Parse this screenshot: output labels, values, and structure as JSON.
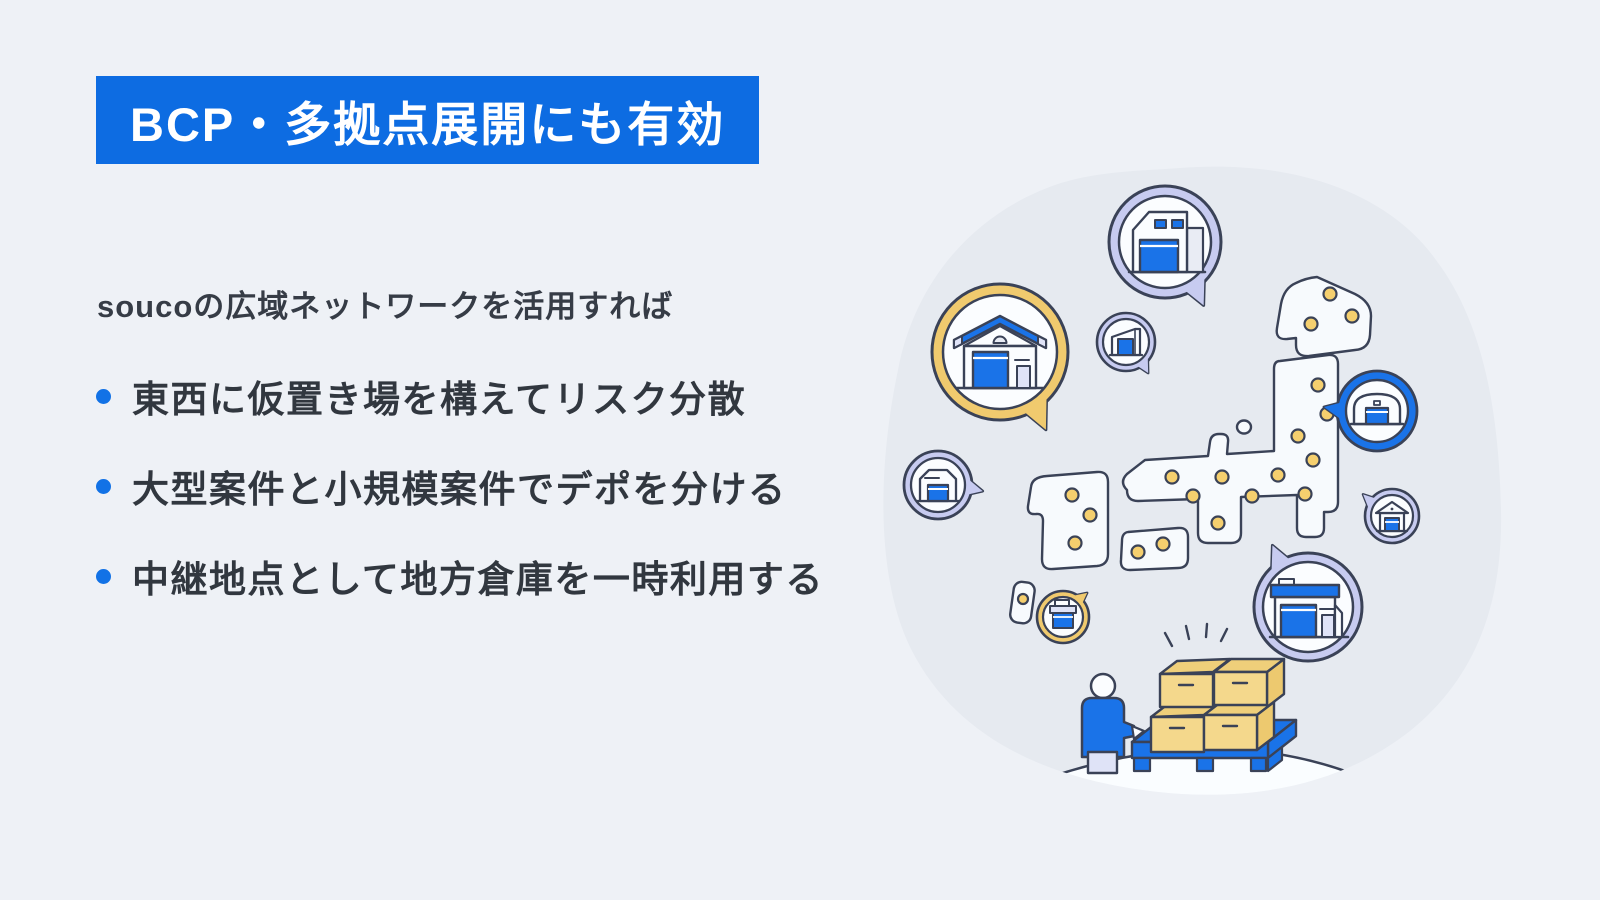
{
  "badge": {
    "label": "BCP・多拠点展開にも有効",
    "bg": "#0d6ce2",
    "text_color": "#ffffff"
  },
  "subtitle": {
    "text": "soucoの広域ネットワークを活用すれば"
  },
  "bullets": [
    {
      "text": "東西に仮置き場を構えてリスク分散"
    },
    {
      "text": "大型案件と小規模案件でデポを分ける"
    },
    {
      "text": "中継地点として地方倉庫を一時利用する"
    }
  ],
  "palette": {
    "page_bg": "#eef1f6",
    "blob_bg": "#e6eaf0",
    "outline_navy": "#3a4257",
    "accent_blue": "#1a73e8",
    "badge_blue": "#0d6ce2",
    "bullet_dot_blue": "#1272e6",
    "ring_lavender": "#c7cbf0",
    "ring_yellow": "#f0ca6e",
    "map_dot_yellow": "#f5cf6e",
    "box_yellow": "#f4d88c",
    "light_lavender": "#dfe3f7",
    "text_dark": "#31373f"
  },
  "illustration": {
    "map": "stylized-japan-map-with-yellow-location-dots",
    "bubble_icons": [
      {
        "name": "warehouse-bubble-top",
        "ring": "#c7cbf0"
      },
      {
        "name": "warehouse-bubble-large-yellow",
        "ring": "#f0ca6e"
      },
      {
        "name": "warehouse-bubble-small-flat",
        "ring": "#c7cbf0"
      },
      {
        "name": "warehouse-bubble-blue",
        "ring": "#1a73e8"
      },
      {
        "name": "warehouse-bubble-left",
        "ring": "#c7cbf0"
      },
      {
        "name": "warehouse-bubble-house",
        "ring": "#c7cbf0"
      },
      {
        "name": "warehouse-bubble-bottom-right",
        "ring": "#c7cbf0"
      },
      {
        "name": "warehouse-bubble-small-yellow",
        "ring": "#f0ca6e"
      }
    ],
    "scene": [
      "person-figure",
      "cardboard-boxes",
      "blue-pallet",
      "hill-ground"
    ]
  }
}
